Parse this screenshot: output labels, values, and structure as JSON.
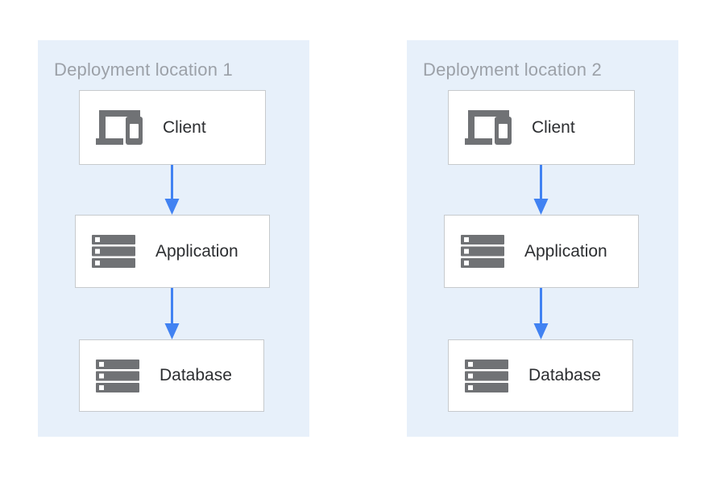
{
  "diagram": {
    "type": "architecture",
    "colors": {
      "page_background": "#FFFFFF",
      "panel_background": "#E7F0FA",
      "node_background": "#FFFFFF",
      "node_border": "#C7CACD",
      "icon_gray": "#707275",
      "title_gray": "#9CA1A8",
      "label_dark": "#2C2E31",
      "arrow_blue": "#4182F2"
    },
    "panels": [
      {
        "title": "Deployment location 1",
        "nodes": [
          {
            "id": "client",
            "label": "Client",
            "icon": "devices-icon"
          },
          {
            "id": "application",
            "label": "Application",
            "icon": "server-stack-icon"
          },
          {
            "id": "database",
            "label": "Database",
            "icon": "server-stack-icon"
          }
        ],
        "connections": [
          {
            "from": "Client",
            "to": "Application",
            "style": "arrow-down"
          },
          {
            "from": "Application",
            "to": "Database",
            "style": "arrow-down"
          }
        ]
      },
      {
        "title": "Deployment location 2",
        "nodes": [
          {
            "id": "client",
            "label": "Client",
            "icon": "devices-icon"
          },
          {
            "id": "application",
            "label": "Application",
            "icon": "server-stack-icon"
          },
          {
            "id": "database",
            "label": "Database",
            "icon": "server-stack-icon"
          }
        ],
        "connections": [
          {
            "from": "Client",
            "to": "Application",
            "style": "arrow-down"
          },
          {
            "from": "Application",
            "to": "Database",
            "style": "arrow-down"
          }
        ]
      }
    ]
  }
}
